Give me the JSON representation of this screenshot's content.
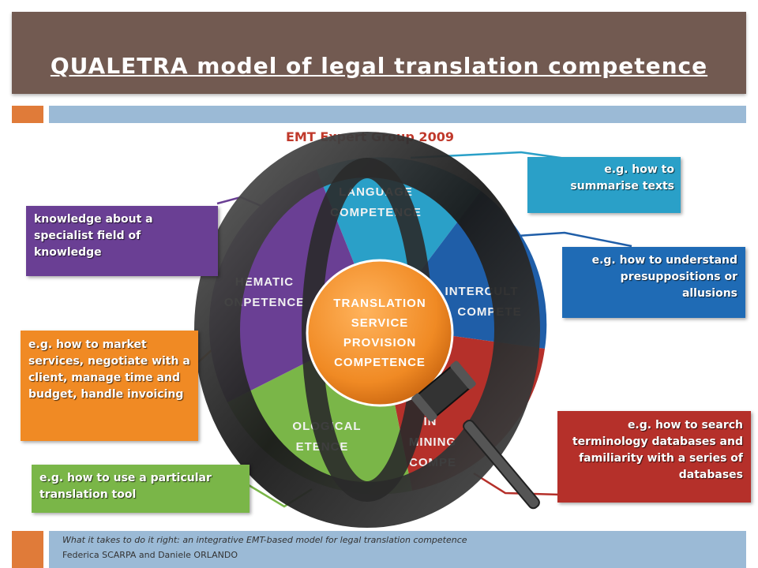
{
  "title": "QUALETRA model of legal translation competence",
  "source": "EMT Expert Group 2009",
  "wheel": {
    "center": [
      "TRANSLATION",
      "SERVICE",
      "PROVISION",
      "COMPETENCE"
    ],
    "language": [
      "LANGUAGE",
      "COMPETENCE"
    ],
    "intercultural": [
      "INTERCULT",
      "COMPETE"
    ],
    "information": [
      "IN",
      "MINING",
      "COMPE"
    ],
    "technological": [
      "OLOGICAL",
      "ETENCE"
    ],
    "thematic": [
      "HEMATIC",
      "ONPETENCE"
    ]
  },
  "callouts": {
    "language": "e.g. how to summarise texts",
    "intercultural": "e.g. how to understand presuppositions or allusions",
    "information": "e.g. how to search terminology databases and familiarity with a series of databases",
    "thematic": "knowledge about a specialist field of knowledge",
    "service": "e.g. how to market services, negotiate with a client, manage time and budget, handle invoicing",
    "technological": "e.g. how to use a particular translation tool"
  },
  "footer": {
    "line1": "What it takes to do it right: an integrative EMT-based model for legal translation competence",
    "line2": "Federica SCARPA and Daniele ORLANDO"
  },
  "colors": {
    "title_bg": "#725a51",
    "accent_orange": "#e07b39",
    "accent_blue": "#9bbad6",
    "language": "#2aa0c8",
    "intercultural": "#1f5ea8",
    "information": "#b5302a",
    "technological": "#7ab648",
    "thematic": "#6a3f94",
    "service": "#f08a24"
  },
  "icons": [
    "gavel-icon",
    "magnifier-ring-icon"
  ]
}
